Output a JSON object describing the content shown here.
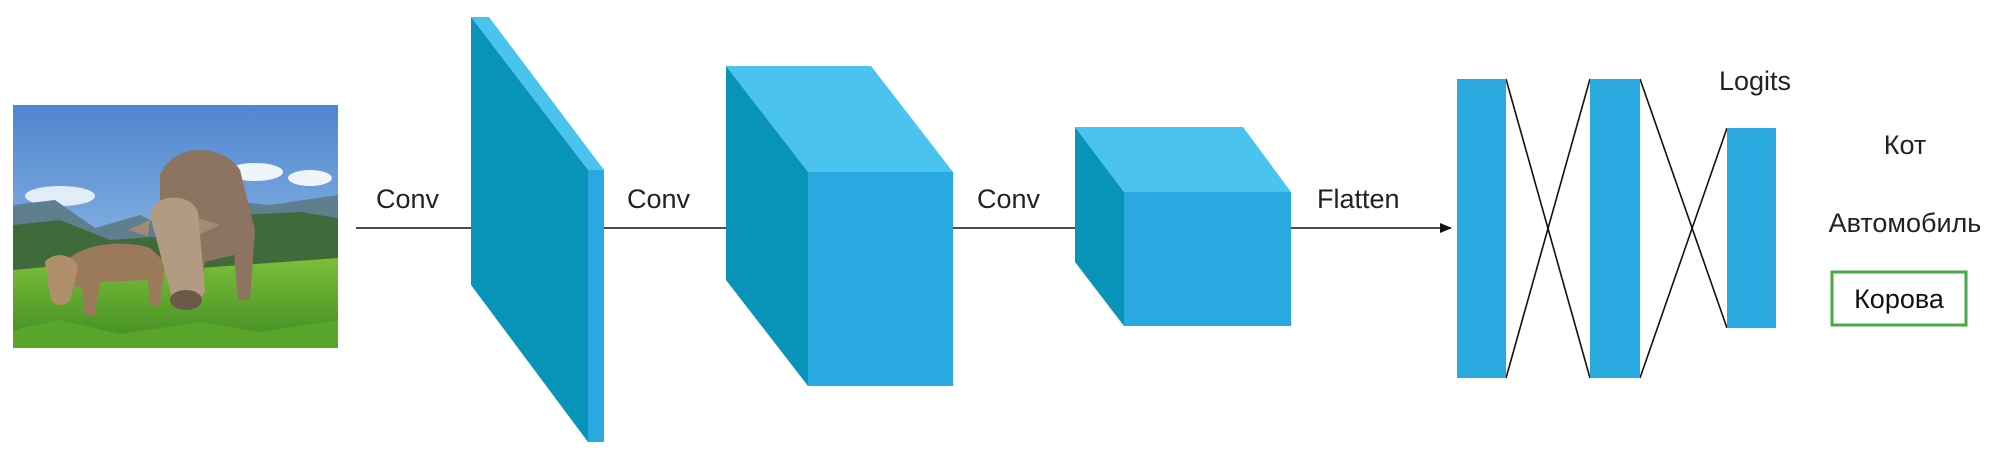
{
  "input_image": {
    "subject": "cow-photo"
  },
  "labels": {
    "conv1": "Conv",
    "conv2": "Conv",
    "conv3": "Conv",
    "flatten": "Flatten",
    "logits": "Logits"
  },
  "classes": [
    {
      "label": "Кот",
      "selected": false
    },
    {
      "label": "Автомобиль",
      "selected": false
    },
    {
      "label": "Корова",
      "selected": true
    }
  ],
  "colors": {
    "face": "#29a9e0",
    "top": "#4ac3ee",
    "side": "#0893b8",
    "highlight_border": "#4aaa4a",
    "text": "#222222",
    "lines": "#111111"
  }
}
